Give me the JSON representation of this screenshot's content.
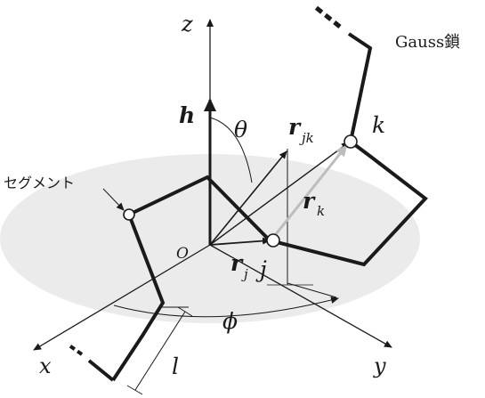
{
  "labels": {
    "z": "z",
    "x": "x",
    "y": "y",
    "origin": "O",
    "h": "h",
    "theta": "θ",
    "phi": "ϕ",
    "l": "l",
    "r_jk_main": "r",
    "r_jk_sub": "jk",
    "r_k_main": "r",
    "r_k_sub": "k",
    "r_j_main": "r",
    "r_j_sub": "j",
    "j": "j",
    "k": "k",
    "segment": "セグメント",
    "gauss": "Gauss鎖"
  },
  "colors": {
    "ink": "#1a1a1a",
    "ellipse": "#ebebeb",
    "highlight_arrow": "#bdbdbd"
  }
}
